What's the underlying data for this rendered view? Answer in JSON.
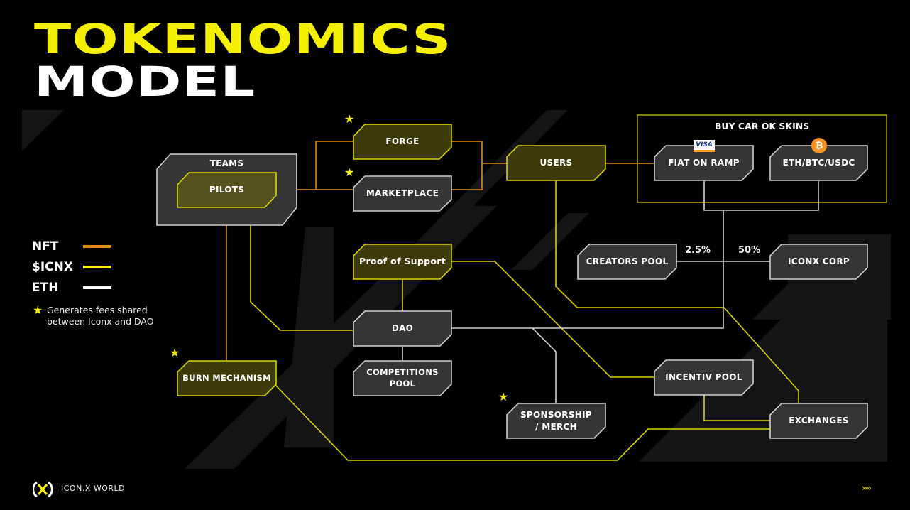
{
  "title": {
    "line1": "TOKENOMICS",
    "line2": "MODEL"
  },
  "colors": {
    "nft": "#e08a1e",
    "icnx": "#f5f000",
    "eth": "#e6e6e6",
    "node_dark": "#353535",
    "node_yellow": "#3c3a08",
    "background": "#000000"
  },
  "legend": {
    "items": [
      {
        "label": "NFT",
        "color": "#e08a1e"
      },
      {
        "label": "$ICNX",
        "color": "#f5f000"
      },
      {
        "label": "ETH",
        "color": "#ffffff"
      }
    ],
    "star_note_line1": "Generates fees shared",
    "star_note_line2": "between Iconx and DAO",
    "star_icon": "star-icon"
  },
  "nodes": {
    "teams": "TEAMS",
    "pilots": "PILOTS",
    "forge": "FORGE",
    "marketplace": "MARKETPLACE",
    "users": "USERS",
    "buy_group": "BUY CAR OK SKINS",
    "fiat_on_ramp": "FIAT ON RAMP",
    "eth_btc_usdc": "ETH/BTC/USDC",
    "creators_pool": "CREATORS POOL",
    "iconx_corp": "ICONX CORP",
    "proof_of_support": "Proof of Support",
    "dao": "DAO",
    "competitions_pool": "COMPETITIONS POOL",
    "burn_mechanism": "BURN MECHANISM",
    "sponsorship_line1": "SPONSORSHIP",
    "sponsorship_line2": "/ MERCH",
    "incentiv_pool": "INCENTIV POOL",
    "exchanges": "EXCHANGES"
  },
  "percentages": {
    "creators": "2.5%",
    "iconx": "50%"
  },
  "badges": {
    "visa": "VISA",
    "btc": "₿"
  },
  "footer": {
    "brand": "ICON.X WORLD",
    "next_arrows": "››››"
  }
}
